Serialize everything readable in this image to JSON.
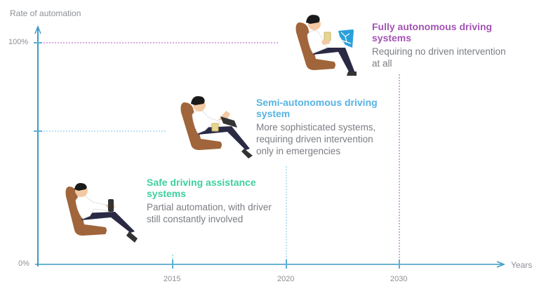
{
  "axes": {
    "y_label": "Rate of automation",
    "y_ticks": [
      "100%",
      "0%"
    ],
    "x_label": "Years",
    "x_ticks": [
      "2015",
      "2020",
      "2030"
    ]
  },
  "colors": {
    "axis": "#3a9cc4",
    "stage1": "#3ecfa0",
    "stage2": "#55b3e3",
    "stage3": "#a353b3",
    "seat": "#a0653a",
    "text_muted": "#7a7d83"
  },
  "stages": [
    {
      "title_line1": "Safe driving assistance",
      "title_line2": "systems",
      "desc_line1": "Partial automation, with driver",
      "desc_line2": "still constantly involved",
      "year": "2015",
      "icon": "driver-hands-on-wheel-icon"
    },
    {
      "title_line1": "Semi-autonomous driving",
      "title_line2": "system",
      "desc_line1": "More sophisticated systems,",
      "desc_line2": "requiring driven intervention",
      "desc_line3": "only in emergencies",
      "year": "2020",
      "icon": "driver-drinking-steering-icon"
    },
    {
      "title_line1": "Fully autonomous driving",
      "title_line2": "systems",
      "desc_line1": "Requiring no driven intervention",
      "desc_line2": "at all",
      "year": "2030",
      "icon": "driver-relaxing-network-icon"
    }
  ]
}
